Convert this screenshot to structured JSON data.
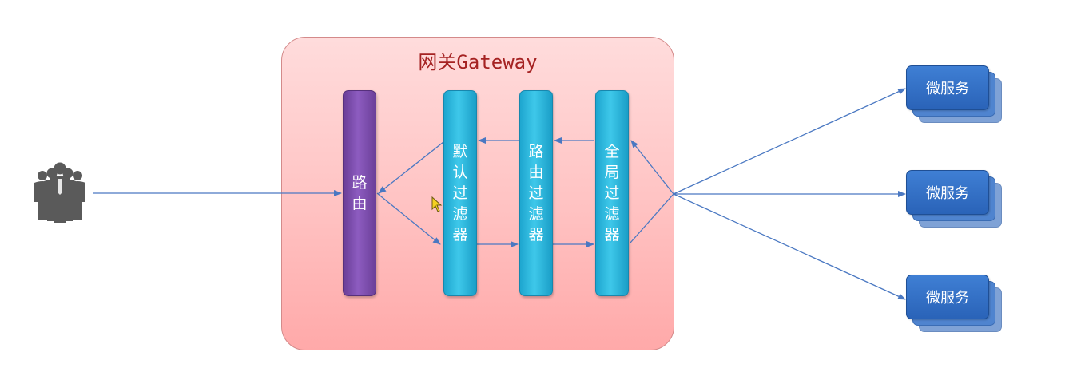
{
  "gateway": {
    "title": "网关Gateway"
  },
  "bars": {
    "route": "路由",
    "default_filter": "默认过滤器",
    "route_filter": "路由过滤器",
    "global_filter": "全局过滤器"
  },
  "services": [
    {
      "label": "微服务"
    },
    {
      "label": "微服务"
    },
    {
      "label": "微服务"
    }
  ],
  "icons": {
    "clients": "people-group-icon",
    "cursor": "mouse-cursor-icon"
  },
  "colors": {
    "gateway_fill": "#ffc2c2",
    "gateway_title": "#a52222",
    "route_bar": "#7e4fb3",
    "filter_bar": "#2fb8e0",
    "service_box": "#2f6cc0",
    "arrow": "#4a78c2",
    "people": "#5a5a5a"
  }
}
